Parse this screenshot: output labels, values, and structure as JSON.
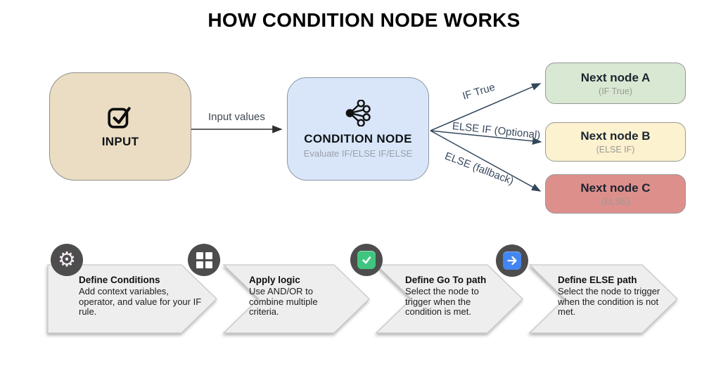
{
  "title": "HOW CONDITION NODE WORKS",
  "flow": {
    "input_node": {
      "label": "INPUT",
      "icon": "checkbox-icon",
      "color": "#EBDDC3"
    },
    "input_arrow_label": "Input values",
    "condition_node": {
      "title": "CONDITION NODE",
      "subtitle": "Evaluate IF/ELSE IF/ELSE",
      "icon": "branch-icon",
      "color": "#D9E6F9"
    },
    "branches": [
      {
        "arrow_label": "IF True",
        "target": "Next node A",
        "target_sub": "(IF True)",
        "color": "#D8E8D2"
      },
      {
        "arrow_label": "ELSE IF (Optional)",
        "target": "Next node B",
        "target_sub": "(ELSE IF)",
        "color": "#FDF2CF"
      },
      {
        "arrow_label": "ELSE (fallback)",
        "target": "Next node C",
        "target_sub": "(ELSE)",
        "color": "#DD8F8C"
      }
    ]
  },
  "steps": [
    {
      "icon": "gear-icon",
      "title": "Define Conditions",
      "description": "Add context variables, operator, and value for your IF rule."
    },
    {
      "icon": "grid-icon",
      "title": "Apply logic",
      "description": "Use AND/OR to combine multiple criteria."
    },
    {
      "icon": "check-icon",
      "title": "Define Go To path",
      "description": "Select the node to trigger when the condition is met."
    },
    {
      "icon": "arrow-right-icon",
      "title": "Define ELSE path",
      "description": "Select the node to trigger when the condition is not met."
    }
  ],
  "colors": {
    "arrow": "#33475B",
    "input_arrow": "#2e2e2e",
    "chevron_fill": "#EEEEEE",
    "badge_circle": "#4D4D4D",
    "check_square": "#3FC57F",
    "arrow_square": "#4286F2"
  }
}
